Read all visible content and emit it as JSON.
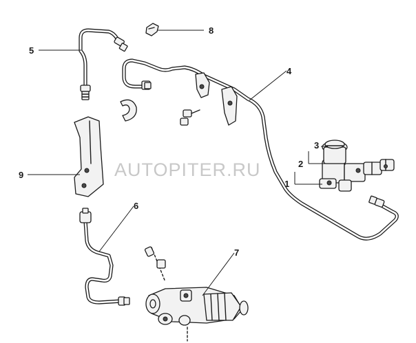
{
  "watermark": "AUTOPITER.RU",
  "callouts": [
    "1",
    "2",
    "3",
    "4",
    "5",
    "6",
    "7",
    "8",
    "9"
  ],
  "icons": [
    "clutch-pipe",
    "clutch-hose",
    "master-cylinder",
    "reservoir-cap",
    "slave-cylinder",
    "bracket",
    "clip",
    "retaining-ring",
    "bolt"
  ]
}
